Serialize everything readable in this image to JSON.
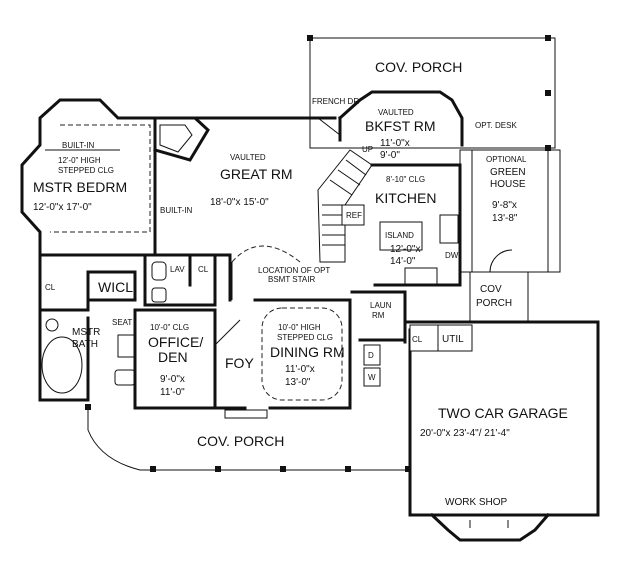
{
  "plan": {
    "rooms": {
      "cov_porch_rear": "COV. PORCH",
      "french_dr": "FRENCH DR",
      "bkfst_vault": "VAULTED",
      "bkfst_name": "BKFST RM",
      "bkfst_dim1": "11'-0\"x",
      "bkfst_dim2": "9'-0\"",
      "opt_desk": "OPT. DESK",
      "optional": "OPTIONAL",
      "green": "GREEN",
      "house": "HOUSE",
      "gh_dim1": "9'-8\"x",
      "gh_dim2": "13'-8\"",
      "mstr_builtin_top": "BUILT-IN",
      "mstr_clg1": "12'-0\" HIGH",
      "mstr_clg2": "STEPPED CLG",
      "mstr_name": "MSTR BEDRM",
      "mstr_dim": "12'-0\"x 17'-0\"",
      "builtin_side": "BUILT-IN",
      "great_vault": "VAULTED",
      "great_name": "GREAT RM",
      "great_dim": "18'-0\"x 15'-0\"",
      "up": "UP",
      "ref": "REF",
      "kitchen_clg": "8'-10\" CLG",
      "kitchen_name": "KITCHEN",
      "island": "ISLAND",
      "kitchen_dim1": "12'-0\"x",
      "kitchen_dim2": "14'-0\"",
      "dw": "DW",
      "cl1": "CL",
      "cl2": "CL",
      "cl3": "CL",
      "wicl": "WICL",
      "lav": "LAV",
      "loc1": "LOCATION OF OPT",
      "loc2": "BSMT STAIR",
      "cov_porch_side1": "COV",
      "cov_porch_side2": "PORCH",
      "laun1": "LAUN",
      "laun2": "RM",
      "util": "UTIL",
      "seat": "SEAT",
      "mstr_bath1": "MSTR",
      "mstr_bath2": "BATH",
      "office_clg": "10'-0\" CLG",
      "office_name1": "OFFICE/",
      "office_name2": "DEN",
      "office_dim1": "9'-0\"x",
      "office_dim2": "11'-0\"",
      "dining_clg1": "10'-0\" HIGH",
      "dining_clg2": "STEPPED CLG",
      "dining_name": "DINING RM",
      "dining_dim1": "11'-0\"x",
      "dining_dim2": "13'-0\"",
      "foy": "FOY",
      "d": "D",
      "w": "W",
      "garage_name": "TWO CAR GARAGE",
      "garage_dim": "20'-0\"x 23'-4\"/ 21'-4\"",
      "cov_porch_front": "COV. PORCH",
      "work_shop": "WORK SHOP"
    }
  }
}
